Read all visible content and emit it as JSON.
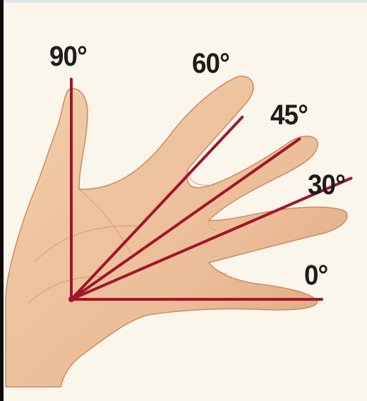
{
  "colors": {
    "background": "#fbf6ec",
    "skin": "#eec3a0",
    "skin_shadow": "#d79f7b",
    "ray": "#a01628",
    "label": "#1d1d1d",
    "frame": "#0c0c0c"
  },
  "angles": [
    {
      "degrees": 90,
      "label": "90°"
    },
    {
      "degrees": 60,
      "label": "60°"
    },
    {
      "degrees": 45,
      "label": "45°"
    },
    {
      "degrees": 30,
      "label": "30°"
    },
    {
      "degrees": 0,
      "label": "0°"
    }
  ],
  "icons": [
    "hand-icon"
  ]
}
